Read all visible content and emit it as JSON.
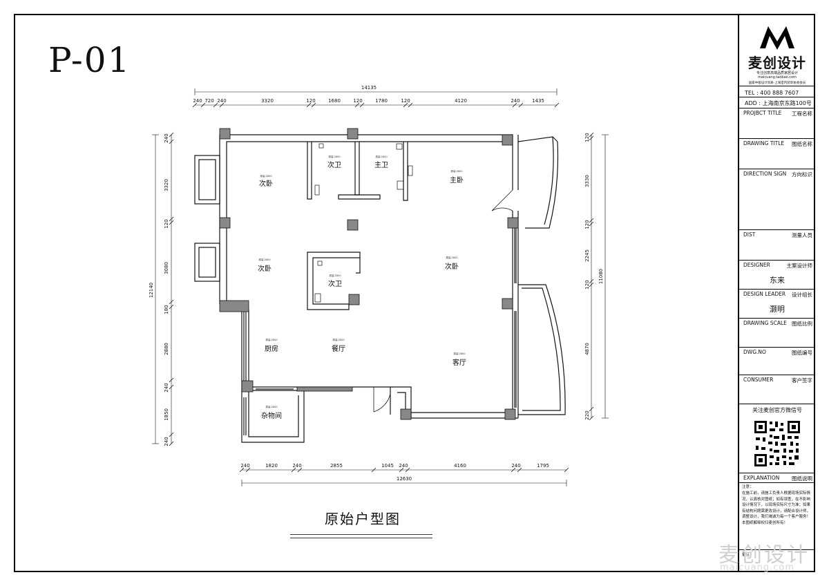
{
  "sheet": {
    "code": "P-01",
    "plan_title": "原始户型图"
  },
  "dimensions": {
    "top_total": "14135",
    "top_segments": [
      "240",
      "720",
      "240",
      "3320",
      "120",
      "1680",
      "120",
      "1780",
      "120",
      "4120",
      "240",
      "1435"
    ],
    "bottom_total": "12630",
    "bottom_segments": [
      "240",
      "1820",
      "240",
      "2855",
      "1045",
      "240",
      "4160",
      "240",
      "1795"
    ],
    "left_total": "12140",
    "left_segments": [
      "240",
      "3320",
      "120",
      "3080",
      "180",
      "2880",
      "240",
      "1850",
      "240"
    ],
    "right_total": "11080",
    "right_segments": [
      "120",
      "3330",
      "120",
      "2245",
      "120",
      "4870",
      "220"
    ]
  },
  "rooms": [
    {
      "name": "次卧",
      "note": "原高:2800"
    },
    {
      "name": "次卫",
      "note": "原高:2800"
    },
    {
      "name": "主卫",
      "note": "原高:2800"
    },
    {
      "name": "主卧",
      "note": "原高:2800"
    },
    {
      "name": "次卧",
      "note": "原高:2800"
    },
    {
      "name": "次卫",
      "note": "原高:2800"
    },
    {
      "name": "次卧",
      "note": "原高:2800"
    },
    {
      "name": "厨房",
      "note": "原高:2800"
    },
    {
      "name": "餐厅",
      "note": "原高:2800"
    },
    {
      "name": "客厅",
      "note": "原高:2800"
    },
    {
      "name": "杂物间",
      "note": "原高:2800"
    }
  ],
  "title_block": {
    "brand": "麦创设计",
    "slogan": "专注创意高端品质家居设计",
    "site": "maicuang.taobao.com",
    "association": "国家中级设计资质·上海室内装饰协会会员",
    "tel": "TEL : 400 888 7607",
    "add": "ADD : 上海南京东路100号",
    "rows": [
      {
        "label": "PROJBCT TITLE",
        "label_cn": "工程名称",
        "value": ""
      },
      {
        "label": "DRAWING TITLE",
        "label_cn": "图纸名称",
        "value": ""
      },
      {
        "label": "DIRECTION SIGN",
        "label_cn": "方向标识",
        "value": ""
      },
      {
        "label": "DIST",
        "label_cn": "测量人员",
        "value": ""
      },
      {
        "label": "DESIGNER",
        "label_cn": "主案设计师",
        "value": "东来"
      },
      {
        "label": "DESIGN LEADER",
        "label_cn": "设计组长",
        "value": "灏明"
      },
      {
        "label": "DRAWING SCALE",
        "label_cn": "图纸比例",
        "value": ""
      },
      {
        "label": "DWG.NO",
        "label_cn": "图纸编号",
        "value": ""
      },
      {
        "label": "CONSUMER",
        "label_cn": "客户签字",
        "value": ""
      }
    ],
    "follow": "关注麦创官方微信号",
    "explanation_label": "EXPLANATION",
    "explanation_label_cn": "图纸说明",
    "note_title": "注意：",
    "note_text": "在施工前，请施工负责人根据现场实际情况，认真核对图纸；如有误差，在不影响设计情况下，以现场实际尺寸为准；如果有结构问题需更改设计，请配合设计师，调整设计，我们竭诚为每一个客户服务！本图纸解释权归麦创所有！",
    "remark": "备注："
  },
  "watermark": {
    "text": "麦创设计",
    "url": "maicuang.com"
  }
}
